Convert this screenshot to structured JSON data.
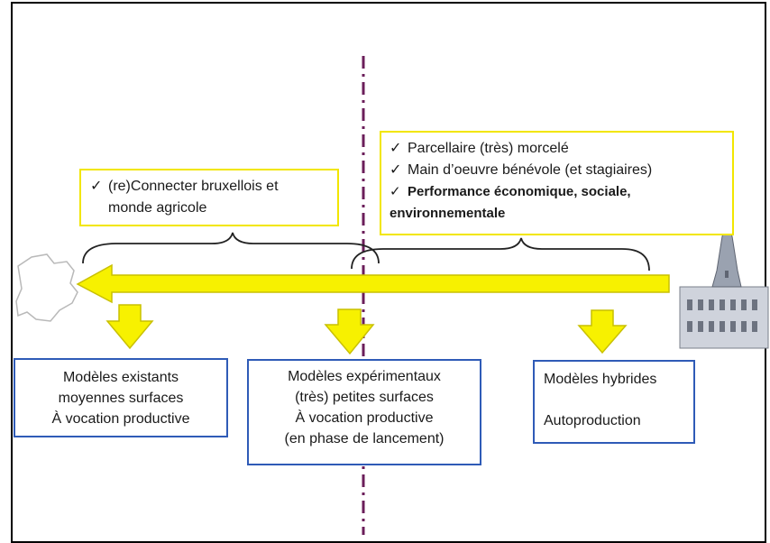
{
  "colors": {
    "arrow_fill": "#f7f100",
    "arrow_stroke": "#c9c000",
    "divider": "#6b1e5a",
    "yellow_border": "#f2e600",
    "blue_border": "#2f5bb7"
  },
  "top_left_box": {
    "lines": [
      "(re)Connecter bruxellois et",
      "monde agricole"
    ]
  },
  "top_right_box": {
    "lines": [
      "Parcellaire (très) morcelé",
      "Main d’oeuvre bénévole (et stagiaires)",
      "Performance économique, sociale,",
      "environnementale"
    ]
  },
  "box_left": {
    "lines": [
      "Modèles existants",
      "moyennes surfaces",
      "À vocation productive"
    ]
  },
  "box_middle": {
    "lines": [
      "Modèles expérimentaux",
      "(très) petites surfaces",
      "À vocation productive",
      "(en phase de lancement)"
    ]
  },
  "box_right": {
    "lines": [
      "Modèles hybrides",
      "",
      "Autoproduction"
    ]
  },
  "icons": {
    "check": "checkmark-icon",
    "map": "belgium-map-icon",
    "building": "brussels-town-hall-icon"
  }
}
